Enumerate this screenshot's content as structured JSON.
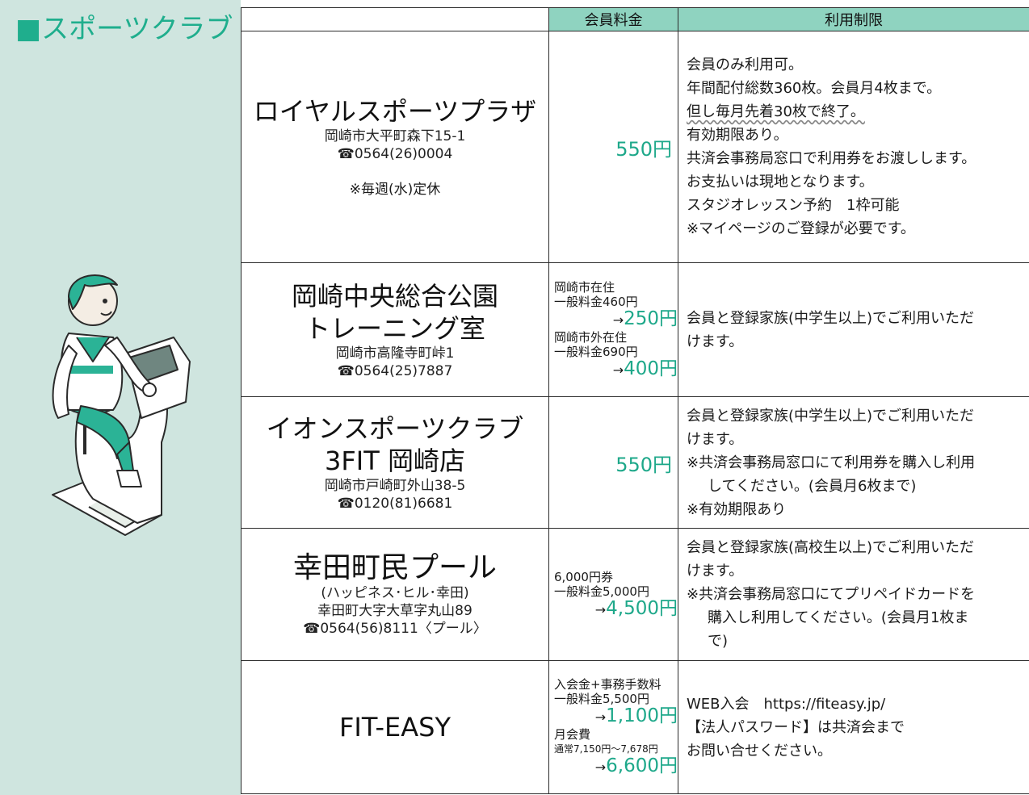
{
  "sidebar": {
    "title": "■スポーツクラブ"
  },
  "header": {
    "fee": "会員料金",
    "limit": "利用制限"
  },
  "rows": [
    {
      "name": "ロイヤルスポーツプラザ",
      "address": "岡崎市大平町森下15-1",
      "phone": "☎0564(26)0004",
      "note": "※毎週(水)定休",
      "price": "550円",
      "limits": [
        "会員のみ利用可。",
        "年間配付総数360枚。会員月4枚まで。",
        "但し毎月先着30枚で終了。",
        "有効期限あり。",
        "共済会事務局窓口で利用券をお渡しします。",
        "お支払いは現地となります。",
        "スタジオレッスン予約　1枠可能",
        "※マイページのご登録が必要です。"
      ]
    },
    {
      "name1": "岡崎中央総合公園",
      "name2": "トレーニング室",
      "address": "岡崎市高隆寺町峠1",
      "phone": "☎0564(25)7887",
      "price_lines": [
        "岡崎市在住",
        "一般料金460円",
        "→",
        "250円",
        "岡崎市外在住",
        "一般料金690円",
        "→",
        "400円"
      ],
      "limits": [
        "会員と登録家族(中学生以上)でご利用いただ",
        "けます。"
      ]
    },
    {
      "name1": "イオンスポーツクラブ",
      "name2": "3FIT 岡崎店",
      "address": "岡崎市戸崎町外山38-5",
      "phone": "☎0120(81)6681",
      "price": "550円",
      "limits": [
        "会員と登録家族(中学生以上)でご利用いただ",
        "けます。",
        "※共済会事務局窓口にて利用券を購入し利用",
        "してください。(会員月6枚まで)",
        "※有効期限あり"
      ]
    },
    {
      "name": "幸田町民プール",
      "sub": "(ハッピネス･ヒル･幸田)",
      "address": "幸田町大字大草字丸山89",
      "phone": "☎0564(56)8111〈プール〉",
      "price_lines": [
        "6,000円券",
        "一般料金5,000円",
        "→",
        "4,500円"
      ],
      "limits": [
        "会員と登録家族(高校生以上)でご利用いただ",
        "けます。",
        "※共済会事務局窓口にてプリペイドカードを",
        "購入し利用してください。(会員月1枚ま",
        "で)"
      ]
    },
    {
      "name": "FIT-EASY",
      "price_lines": [
        "入会金+事務手数料",
        "一般料金5,500円",
        "→",
        "1,100円",
        "月会費",
        "通常7,150円〜7,678円",
        "→",
        "6,600円"
      ],
      "limits": [
        "WEB入会　https://fiteasy.jp/",
        "【法人パスワード】は共済会まで",
        "お問い合せください。"
      ]
    }
  ]
}
